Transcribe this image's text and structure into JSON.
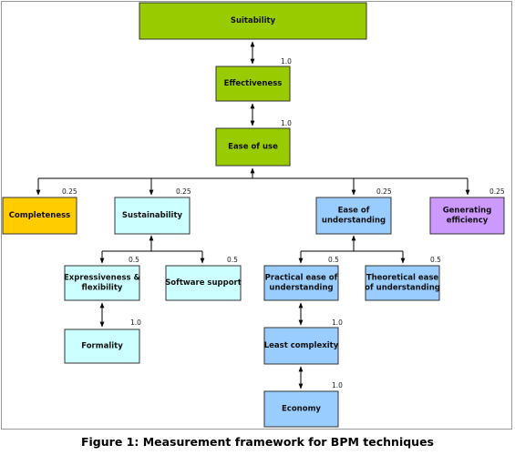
{
  "caption": "Figure 1: Measurement framework for BPM techniques",
  "colors": {
    "green": "#99cc00",
    "yellow": "#ffcc00",
    "cyan": "#ccffff",
    "blue": "#99ccff",
    "purple": "#cc99ff",
    "line": "#000000"
  },
  "nodes": {
    "suitability": {
      "label": [
        "Suitability"
      ]
    },
    "effectiveness": {
      "label": [
        "Effectiveness"
      ],
      "weight": "1.0"
    },
    "ease_of_use": {
      "label": [
        "Ease of use"
      ],
      "weight": "1.0"
    },
    "completeness": {
      "label": [
        "Completeness"
      ],
      "weight": "0.25"
    },
    "sustainability": {
      "label": [
        "Sustainability"
      ],
      "weight": "0.25"
    },
    "ease_of_understanding": {
      "label": [
        "Ease of",
        "understanding"
      ],
      "weight": "0.25"
    },
    "generating_efficiency": {
      "label": [
        "Generating",
        "efficiency"
      ],
      "weight": "0.25"
    },
    "expressiveness": {
      "label": [
        "Expressiveness &",
        "flexibility"
      ],
      "weight": "0.5"
    },
    "software_support": {
      "label": [
        "Software support"
      ],
      "weight": "0.5"
    },
    "practical_ease": {
      "label": [
        "Practical ease of",
        "understanding"
      ],
      "weight": "0.5"
    },
    "theoretical_ease": {
      "label": [
        "Theoretical ease",
        "of understanding"
      ],
      "weight": "0.5"
    },
    "formality": {
      "label": [
        "Formality"
      ],
      "weight": "1.0"
    },
    "least_complexity": {
      "label": [
        "Least complexity"
      ],
      "weight": "1.0"
    },
    "economy": {
      "label": [
        "Economy"
      ],
      "weight": "1.0"
    }
  }
}
